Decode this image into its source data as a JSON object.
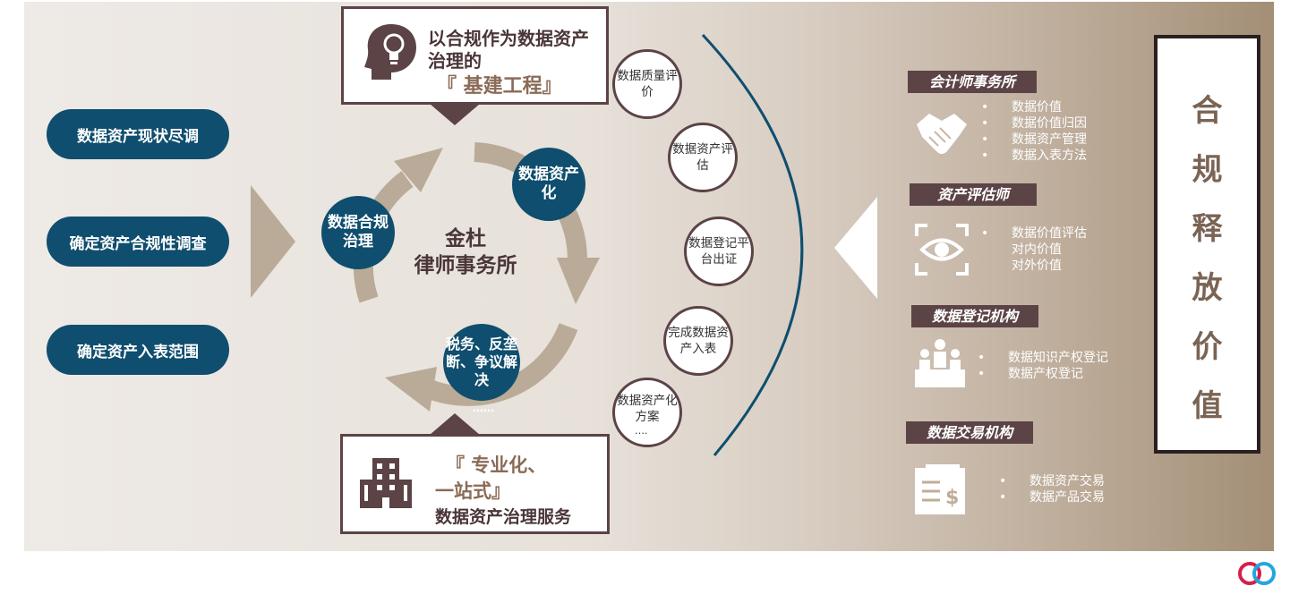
{
  "left_pills": [
    "数据资产现状尽调",
    "确定资产合规性调查",
    "确定资产入表范围"
  ],
  "top_callout": {
    "line1": "以合规作为数据资产",
    "line2": "治理的",
    "line3": "『 基建工程』"
  },
  "bottom_callout": {
    "line1": "『 专业化、",
    "line2": "一站式』",
    "line3": "数据资产治理服务"
  },
  "cycle": {
    "center_line1": "金杜",
    "center_line2": "律师事务所",
    "node_top": "数据资产化",
    "node_left": "数据合规治理",
    "node_bottom": "税务、反垄断、争议解决",
    "node_bottom_ellipsis": "……"
  },
  "arc_items": [
    "数据质量评价",
    "数据资产评估",
    "数据登记平台出证",
    "完成数据资产入表",
    "数据资产化方案"
  ],
  "arc_ellipsis": "….",
  "institutions": [
    {
      "name": "会计师事务所",
      "icon": "handshake-icon",
      "items": [
        "数据价值",
        "数据价值归因",
        "数据资产管理",
        "数据入表方法"
      ]
    },
    {
      "name": "资产评估师",
      "icon": "eye-scan-icon",
      "items": [
        "数据价值评估",
        "对内价值",
        "对外价值"
      ]
    },
    {
      "name": "数据登记机构",
      "icon": "people-podium-icon",
      "items": [
        "数据知识产权登记",
        "数据产权登记"
      ]
    },
    {
      "name": "数据交易机构",
      "icon": "document-money-icon",
      "items": [
        "数据资产交易",
        "数据产品交易"
      ]
    }
  ],
  "right_title_chars": [
    "合",
    "规",
    "释",
    "放",
    "价",
    "值"
  ],
  "colors": {
    "navy": "#0f4e6e",
    "brown": "#5b4346",
    "tan_arrow": "#b9ab97",
    "arc": "#0f4e6e"
  }
}
